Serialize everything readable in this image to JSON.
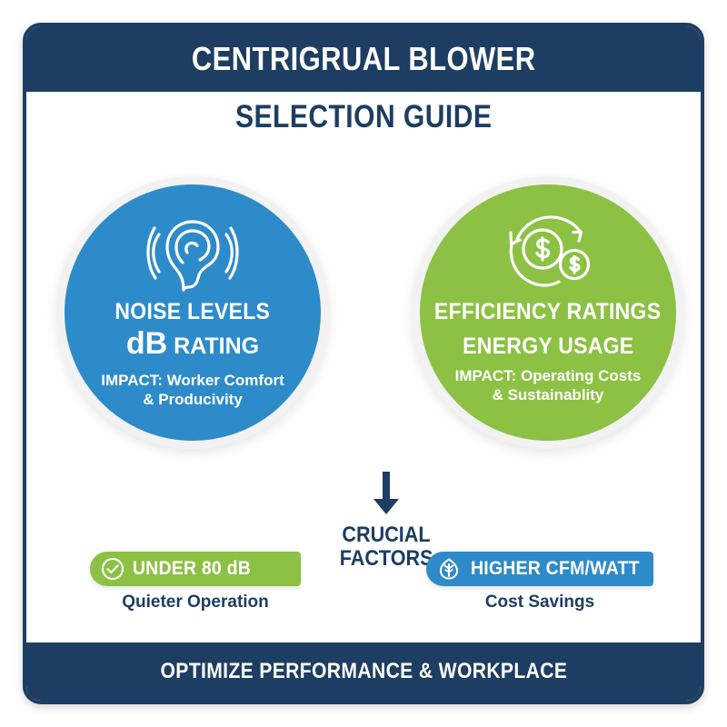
{
  "header": {
    "title": "CENTRIGRUAL BLOWER",
    "subtitle": "SELECTION GUIDE",
    "bg_color": "#1d3e62"
  },
  "factors": [
    {
      "icon": "ear-sound-waves-icon",
      "title": "NOISE LEVELS",
      "metric_unit": "dB",
      "metric_label": "RATING",
      "impact_line1": "IMPACT: Worker Comfort",
      "impact_line2": "& Producivity",
      "color": "#2e8bc9"
    },
    {
      "icon": "money-cycle-icon",
      "title_line1": "EFFICIENCY RATINGS",
      "title_line2": "ENERGY USAGE",
      "impact_line1": "IMPACT: Operating Costs",
      "impact_line2": "& Sustainablity",
      "color": "#8cc144"
    }
  ],
  "center": {
    "arrow_icon": "down-arrow-icon",
    "label_line1": "CRUCIAL",
    "label_line2": "FACTORS",
    "color": "#1d3e62"
  },
  "badges": [
    {
      "icon": "check-circle-icon",
      "label": "UNDER 80 dB",
      "caption": "Quieter Operation",
      "color": "#8cc144"
    },
    {
      "icon": "leaf-icon",
      "label": "HIGHER CFM/WATT",
      "caption": "Cost Savings",
      "color": "#2e8bc9"
    }
  ],
  "footer": {
    "text": "OPTIMIZE PERFORMANCE & WORKPLACE",
    "bg_color": "#1d3e62"
  }
}
